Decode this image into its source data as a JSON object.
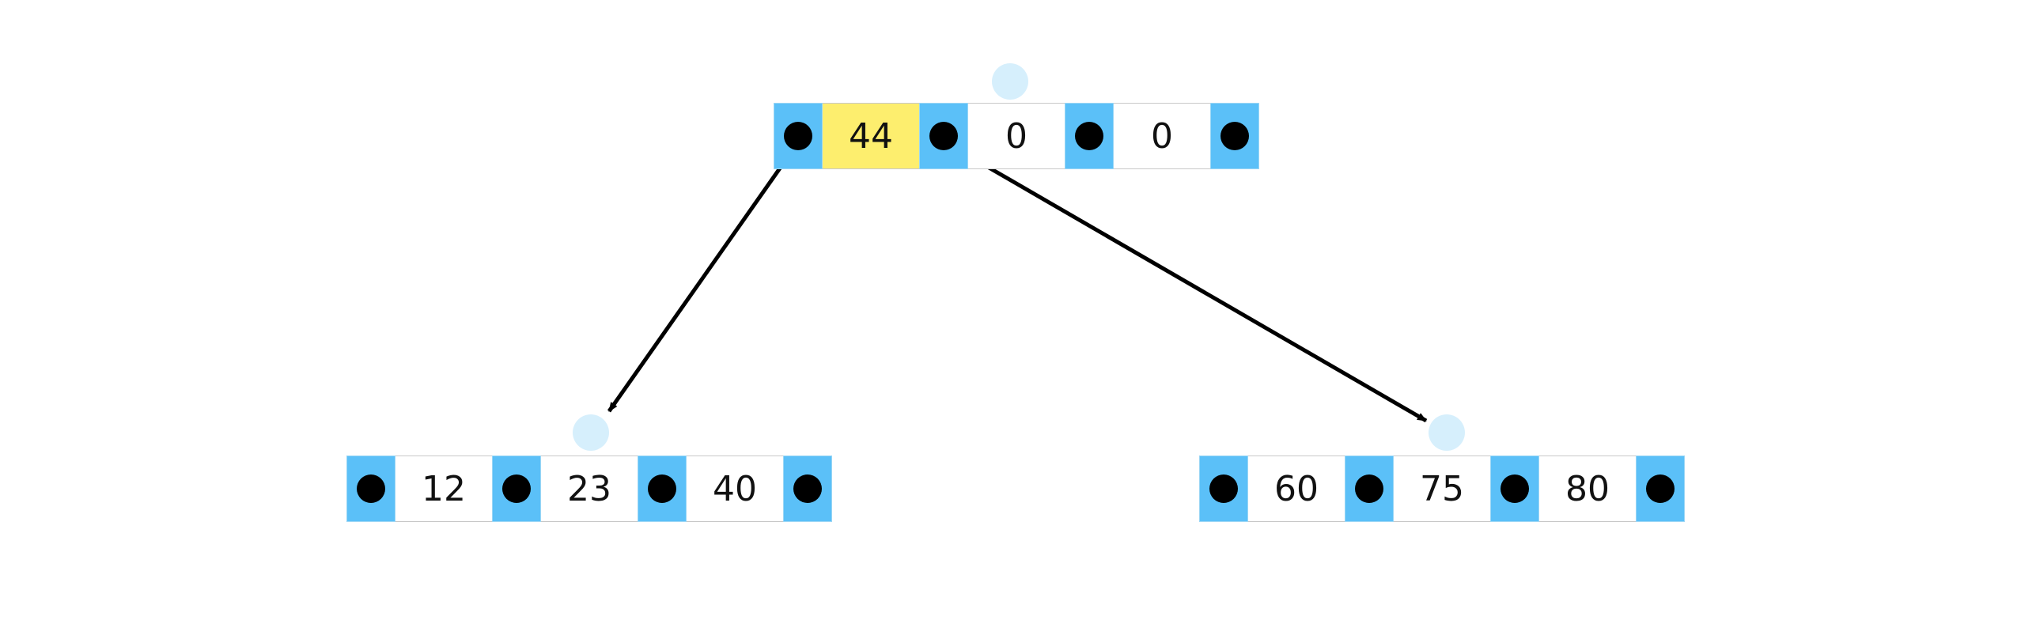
{
  "colors": {
    "pointer_cell": "#5bc0f8",
    "highlight_key": "#fdee6e",
    "key_cell": "#ffffff",
    "marker": "#d6effc",
    "edge": "#000000"
  },
  "tree": {
    "root": {
      "keys": [
        "44",
        "0",
        "0"
      ],
      "highlighted_key_index": 0
    },
    "children": [
      {
        "keys": [
          "12",
          "23",
          "40"
        ]
      },
      {
        "keys": [
          "60",
          "75",
          "80"
        ]
      }
    ],
    "edges": [
      {
        "from": "root",
        "pointer_index": 0,
        "to": "child-0"
      },
      {
        "from": "root",
        "pointer_index": 1,
        "to": "child-1"
      }
    ]
  }
}
